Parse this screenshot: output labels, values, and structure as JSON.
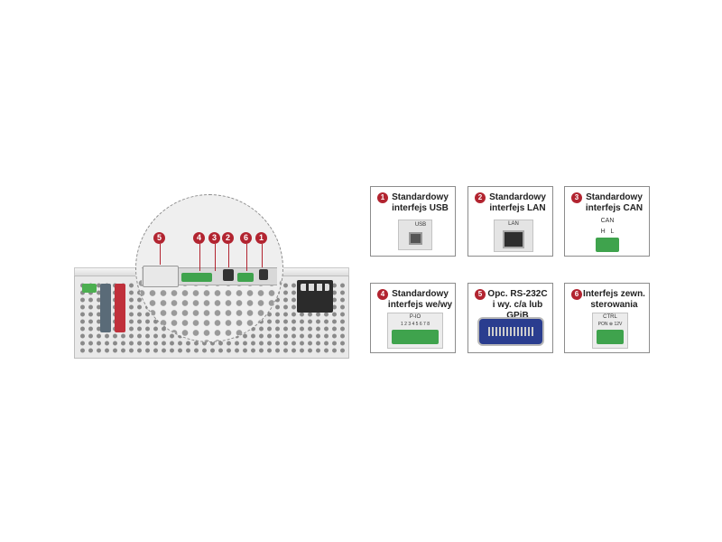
{
  "callouts": {
    "c5": "5",
    "c4": "4",
    "c3": "3",
    "c2": "2",
    "c6": "6",
    "c1": "1"
  },
  "panel_labels": {
    "usb": "USB",
    "lan": "LAN",
    "can": "CAN",
    "can_pins": "H   L",
    "pio": "P-IO",
    "pio_pins": "1 2 3 4 5 6 7 8",
    "ctrl": "CTRL",
    "ctrl_pins": "PON ⊕ 12V"
  },
  "cards": [
    {
      "num": "1",
      "line1": "Standardowy",
      "line2": "interfejs USB"
    },
    {
      "num": "2",
      "line1": "Standardowy",
      "line2": "interfejs LAN"
    },
    {
      "num": "3",
      "line1": "Standardowy",
      "line2": "interfejs CAN"
    },
    {
      "num": "4",
      "line1": "Standardowy",
      "line2": "interfejs we/wy"
    },
    {
      "num": "5",
      "line1": "Opc. RS-232C",
      "line2": "i wy. c/a lub GPiB"
    },
    {
      "num": "6",
      "line1": "Interfejs zewn.",
      "line2": "sterowania"
    }
  ]
}
